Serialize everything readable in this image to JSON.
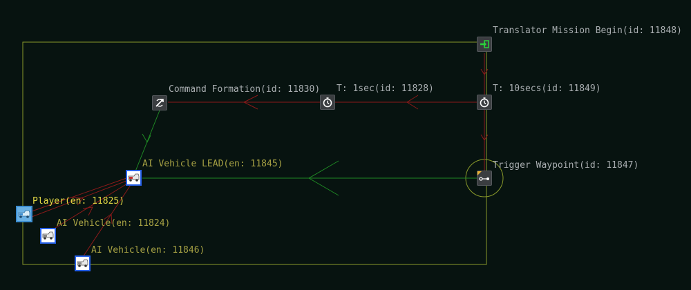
{
  "nodes": {
    "mission_begin": {
      "label": "Translator Mission Begin(id: 11848)",
      "icon": "entry-arrow-icon"
    },
    "wait_10": {
      "label": "T: 10secs(id: 11849)",
      "icon": "timer-icon"
    },
    "wait_1": {
      "label": "T: 1sec(id: 11828)",
      "icon": "timer-icon"
    },
    "command_formation": {
      "label": "Command Formation(id: 11830)",
      "icon": "formation-command-icon"
    },
    "trigger_waypoint": {
      "label": "Trigger Waypoint(id: 11847)",
      "icon": "waypoint-trigger-icon"
    },
    "ai_vehicle_lead": {
      "label": "AI Vehicle LEAD(en: 11845)",
      "icon": "vehicle-icon"
    },
    "player": {
      "label": "Player(en: 11825)",
      "icon": "vehicle-icon"
    },
    "ai_vehicle_1": {
      "label": "AI Vehicle(en: 11824)",
      "icon": "vehicle-icon"
    },
    "ai_vehicle_2": {
      "label": "AI Vehicle(en: 11846)",
      "icon": "vehicle-icon"
    }
  },
  "colors": {
    "background": "#071310",
    "area_outline": "#8a9a2a",
    "trigger_link": "#8b1a1a",
    "attach_link": "#1f8a24",
    "entity_border": "#2660e8",
    "label_logic": "#a9aeb1",
    "label_entity": "#a7a244",
    "label_player": "#e4da45"
  }
}
